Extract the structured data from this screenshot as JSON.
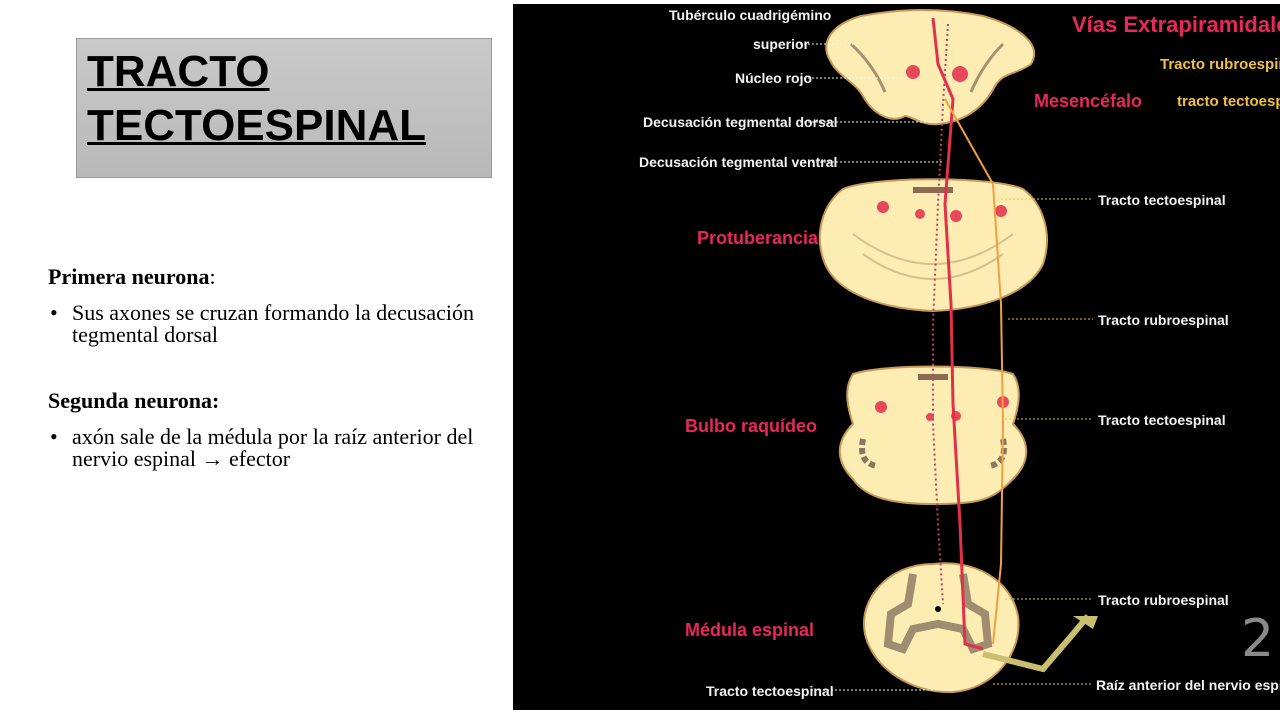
{
  "title": {
    "line1": "TRACTO",
    "line2": "TECTOESPINAL"
  },
  "section1": {
    "heading": "Primera neurona",
    "colon": ":",
    "bullet": "Sus axones se cruzan formando la decusación tegmental dorsal"
  },
  "section2": {
    "heading": "Segunda neurona:",
    "bullet": "axón sale de la médula por la raíz anterior del nervio espinal → efector"
  },
  "bullet_char": "•",
  "figure": {
    "title": "Vías Extrapiramidales",
    "legend1": "Tracto rubroespinal",
    "legend2": "tracto tectoespinal",
    "left_labels": [
      "Tubérculo cuadrigémino",
      "superior",
      "Núcleo rojo",
      "Decusación tegmental dorsal",
      "Decusación tegmental ventral"
    ],
    "region_mesencefalo": "Mesencéfalo",
    "region_protuberancia": "Protuberancia",
    "region_bulbo": "Bulbo raquídeo",
    "region_medula": "Médula espinal",
    "right_labels": [
      "Tracto tectoespinal",
      "Tracto rubroespinal",
      "Tracto tectoespinal",
      "Tracto rubroespinal",
      "Raíz anterior del nervio espinal"
    ],
    "bottom_label": "Tracto tectoespinal",
    "page_number": "2",
    "colors": {
      "background": "#000000",
      "tissue": "#fdedb2",
      "region_label": "#e8285c",
      "legend": "#f0c040",
      "red_path": "#e0304a",
      "orange_path": "#f0a040"
    }
  }
}
